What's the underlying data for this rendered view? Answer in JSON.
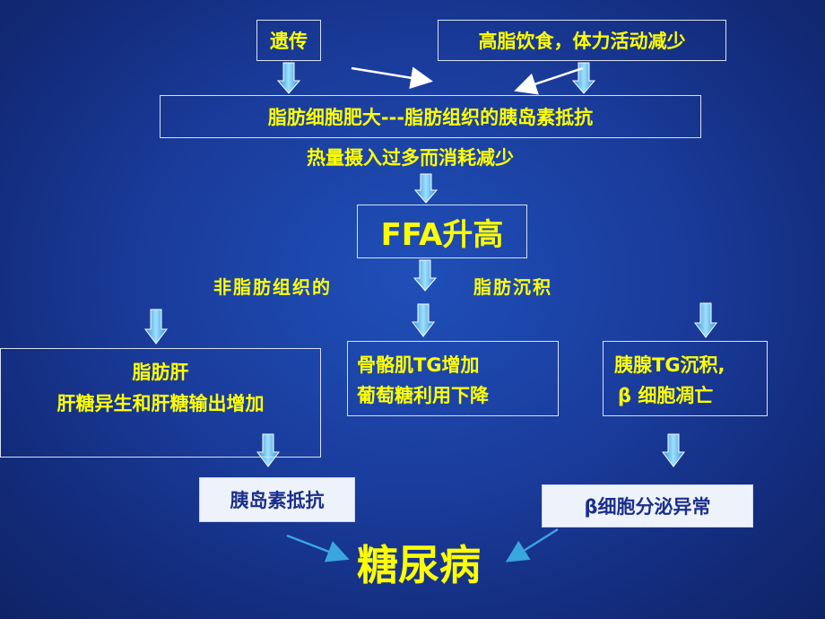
{
  "nodes": {
    "heredity": "遗传",
    "diet": "高脂饮食，体力活动减少",
    "adipocyte": "脂肪细胞肥大---脂肪组织的胰岛素抵抗",
    "energy": "热量摄入过多而消耗减少",
    "ffa": "FFA升高",
    "nonfat_left": "非脂肪组织的",
    "nonfat_right": "脂肪沉积",
    "liver_line1": "脂肪肝",
    "liver_line2": "肝糖异生和肝糖输出增加",
    "muscle_line1": "骨骼肌TG增加",
    "muscle_line2": "葡萄糖利用下降",
    "pancreas_line1": "胰腺TG沉积,",
    "pancreas_line2": "β 细胞凋亡",
    "insulin_resistance": "胰岛素抵抗",
    "beta_abnormal": "β细胞分泌异常",
    "diabetes": "糖尿病"
  },
  "colors": {
    "text_yellow": "#ffff00",
    "box_text_blue": "#1a2f8c",
    "arrow_fill": "#4fb6e8"
  }
}
